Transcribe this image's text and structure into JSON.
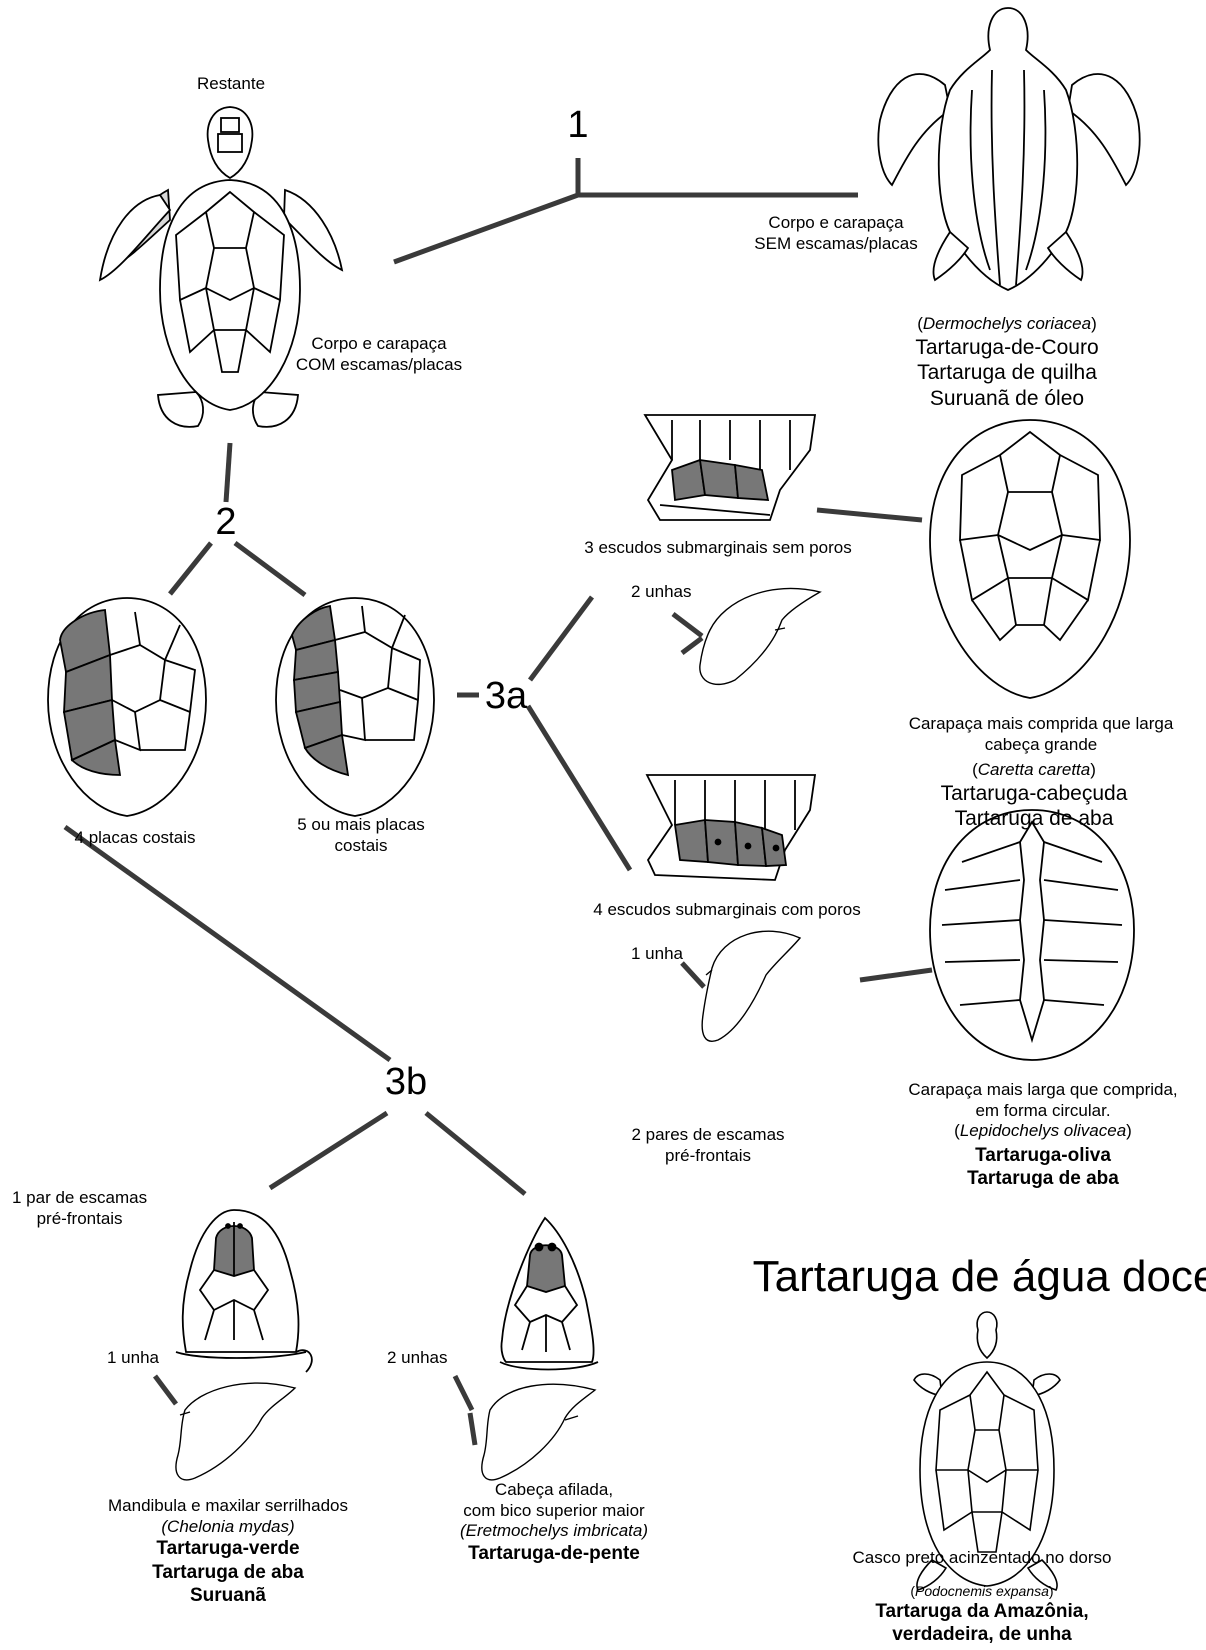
{
  "steps": {
    "s1": "1",
    "s2": "2",
    "s3a": "3a",
    "s3b": "3b"
  },
  "top_left": {
    "heading": "Restante",
    "desc1": "Corpo e carapaça",
    "desc2": "COM escamas/placas"
  },
  "top_right": {
    "desc1": "Corpo e carapaça",
    "desc2": "SEM escamas/placas",
    "sci": "Dermochelys coriacea",
    "names": [
      "Tartaruga-de-Couro",
      "Tartaruga de quilha",
      "Suruanã de óleo"
    ]
  },
  "costals": {
    "four": "4 placas costais",
    "five1": "5 ou mais placas",
    "five2": "costais"
  },
  "caretta": {
    "scutes": "3 escudos submarginais sem poros",
    "claws": "2 unhas",
    "desc1": "Carapaça mais comprida que larga",
    "desc2": "cabeça grande",
    "sci": "Caretta caretta",
    "names": [
      "Tartaruga-cabeçuda",
      "Tartaruga de aba"
    ]
  },
  "lepidochelys": {
    "scutes": "4 escudos submarginais com poros",
    "claws": "1 unha",
    "prefrontal1": "2 pares de escamas",
    "prefrontal2": "pré-frontais",
    "desc1": "Carapaça mais larga que comprida,",
    "desc2": "em forma circular.",
    "sci": "Lepidochelys olivacea",
    "names": [
      "Tartaruga-oliva",
      "Tartaruga de aba"
    ]
  },
  "chelonia": {
    "prefrontal1": "1 par de escamas",
    "prefrontal2": "pré-frontais",
    "claws": "1 unha",
    "desc": "Mandibula e maxilar serrilhados",
    "sci": "(Chelonia mydas)",
    "names": [
      "Tartaruga-verde",
      "Tartaruga de aba",
      "Suruanã"
    ]
  },
  "eretmochelys": {
    "claws": "2 unhas",
    "desc1": "Cabeça afilada,",
    "desc2": "com bico superior maior",
    "sci": "(Eretmochelys imbricata)",
    "names": [
      "Tartaruga-de-pente"
    ]
  },
  "freshwater": {
    "title": "Tartaruga de água doce",
    "desc": "Casco preto acinzentado no dorso",
    "sci": "Podocnemis expansa",
    "names": [
      "Tartaruga da Amazônia,",
      "verdadeira, de unha"
    ]
  }
}
